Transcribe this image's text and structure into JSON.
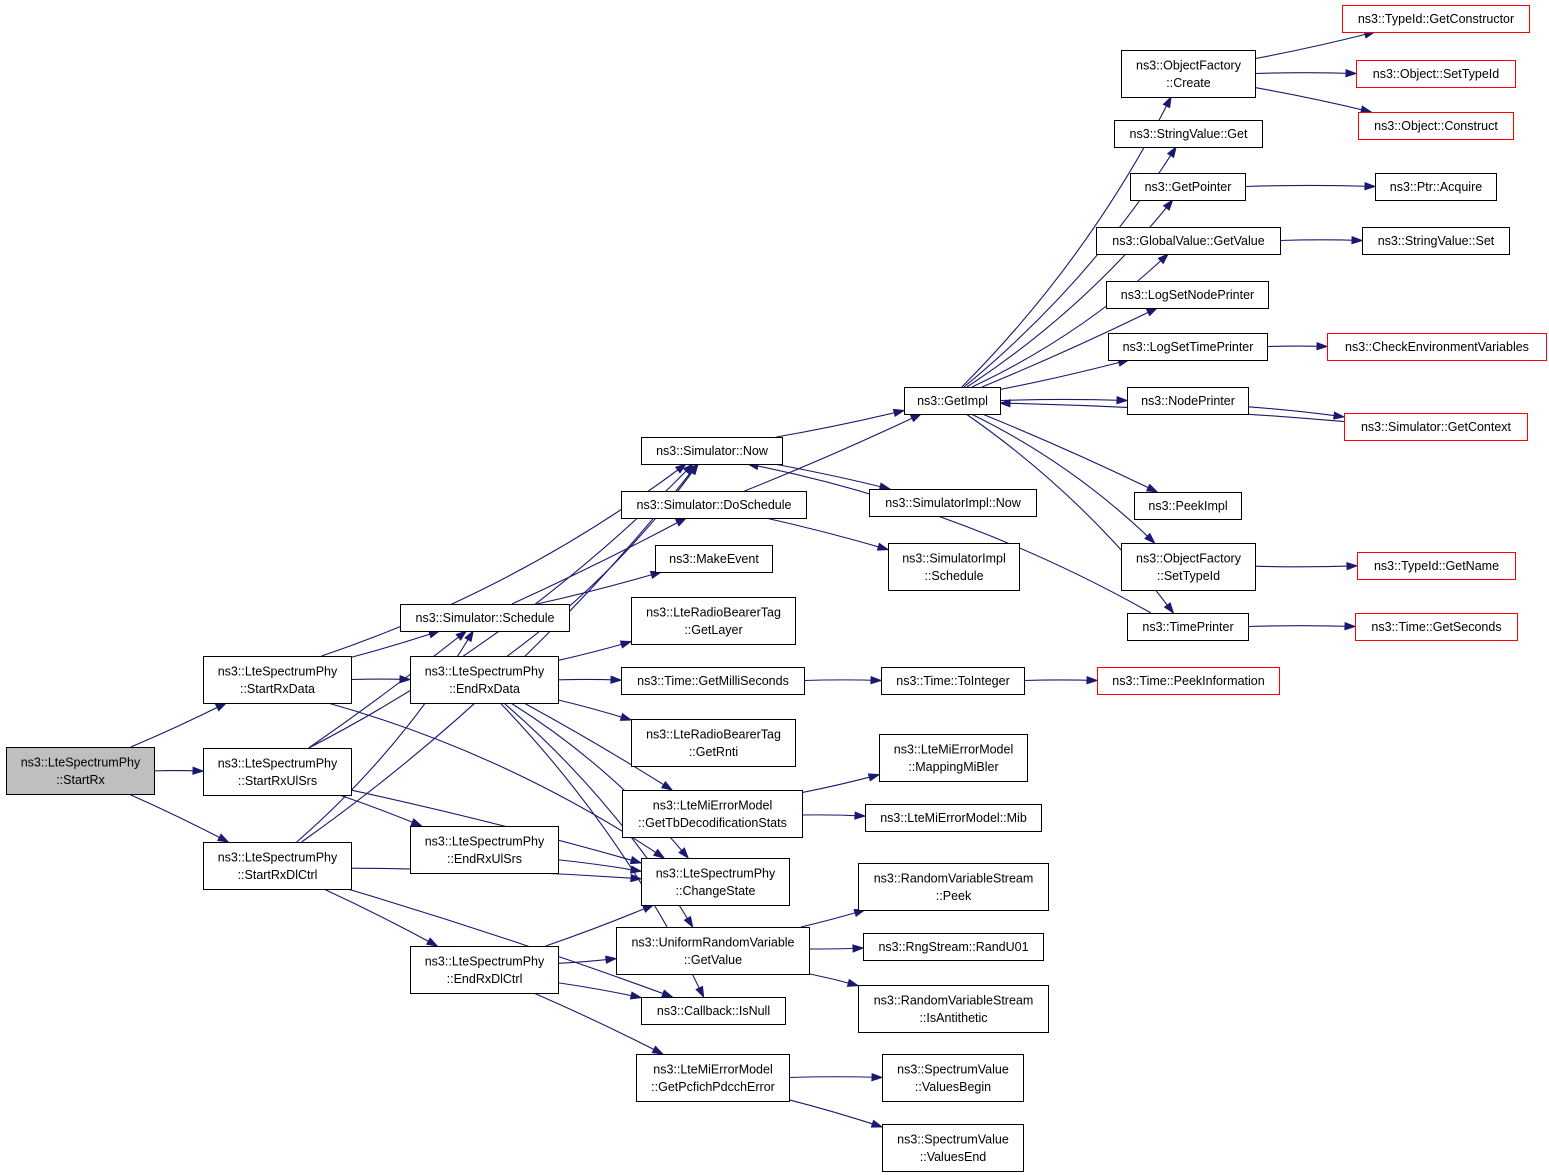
{
  "colors": {
    "edge": "#191970",
    "root_fill": "#bfbfbf",
    "node_fill": "#ffffff",
    "node_border": "#000000",
    "truncated_border": "#ff0000"
  },
  "nodes": [
    {
      "id": "StartRx",
      "lines": [
        "ns3::LteSpectrumPhy",
        "::StartRx"
      ],
      "style": "root"
    },
    {
      "id": "StartRxData",
      "lines": [
        "ns3::LteSpectrumPhy",
        "::StartRxData"
      ],
      "style": "normal"
    },
    {
      "id": "StartRxUlSrs",
      "lines": [
        "ns3::LteSpectrumPhy",
        "::StartRxUlSrs"
      ],
      "style": "normal"
    },
    {
      "id": "StartRxDlCtrl",
      "lines": [
        "ns3::LteSpectrumPhy",
        "::StartRxDlCtrl"
      ],
      "style": "normal"
    },
    {
      "id": "SimNow",
      "lines": [
        "ns3::Simulator::Now"
      ],
      "style": "normal"
    },
    {
      "id": "DoSchedule",
      "lines": [
        "ns3::Simulator::DoSchedule"
      ],
      "style": "normal"
    },
    {
      "id": "MakeEvent",
      "lines": [
        "ns3::MakeEvent"
      ],
      "style": "normal"
    },
    {
      "id": "Schedule",
      "lines": [
        "ns3::Simulator::Schedule"
      ],
      "style": "normal"
    },
    {
      "id": "EndRxData",
      "lines": [
        "ns3::LteSpectrumPhy",
        "::EndRxData"
      ],
      "style": "normal"
    },
    {
      "id": "EndRxUlSrs",
      "lines": [
        "ns3::LteSpectrumPhy",
        "::EndRxUlSrs"
      ],
      "style": "normal"
    },
    {
      "id": "EndRxDlCtrl",
      "lines": [
        "ns3::LteSpectrumPhy",
        "::EndRxDlCtrl"
      ],
      "style": "normal"
    },
    {
      "id": "GetLayer",
      "lines": [
        "ns3::LteRadioBearerTag",
        "::GetLayer"
      ],
      "style": "normal"
    },
    {
      "id": "GetMilliSeconds",
      "lines": [
        "ns3::Time::GetMilliSeconds"
      ],
      "style": "normal"
    },
    {
      "id": "GetRnti",
      "lines": [
        "ns3::LteRadioBearerTag",
        "::GetRnti"
      ],
      "style": "normal"
    },
    {
      "id": "GetTbDecod",
      "lines": [
        "ns3::LteMiErrorModel",
        "::GetTbDecodificationStats"
      ],
      "style": "normal"
    },
    {
      "id": "ChangeState",
      "lines": [
        "ns3::LteSpectrumPhy",
        "::ChangeState"
      ],
      "style": "normal"
    },
    {
      "id": "URVGetValue",
      "lines": [
        "ns3::UniformRandomVariable",
        "::GetValue"
      ],
      "style": "normal"
    },
    {
      "id": "IsNull",
      "lines": [
        "ns3::Callback::IsNull"
      ],
      "style": "normal"
    },
    {
      "id": "GetPcfich",
      "lines": [
        "ns3::LteMiErrorModel",
        "::GetPcfichPdcchError"
      ],
      "style": "normal"
    },
    {
      "id": "GetImpl",
      "lines": [
        "ns3::GetImpl"
      ],
      "style": "normal"
    },
    {
      "id": "SimImplNow",
      "lines": [
        "ns3::SimulatorImpl::Now"
      ],
      "style": "normal"
    },
    {
      "id": "SimImplSchedule",
      "lines": [
        "ns3::SimulatorImpl",
        "::Schedule"
      ],
      "style": "normal"
    },
    {
      "id": "ToInteger",
      "lines": [
        "ns3::Time::ToInteger"
      ],
      "style": "normal"
    },
    {
      "id": "MappingMiBler",
      "lines": [
        "ns3::LteMiErrorModel",
        "::MappingMiBler"
      ],
      "style": "normal"
    },
    {
      "id": "Mib",
      "lines": [
        "ns3::LteMiErrorModel::Mib"
      ],
      "style": "normal"
    },
    {
      "id": "RVSPeek",
      "lines": [
        "ns3::RandomVariableStream",
        "::Peek"
      ],
      "style": "normal"
    },
    {
      "id": "RandU01",
      "lines": [
        "ns3::RngStream::RandU01"
      ],
      "style": "normal"
    },
    {
      "id": "IsAntithetic",
      "lines": [
        "ns3::RandomVariableStream",
        "::IsAntithetic"
      ],
      "style": "normal"
    },
    {
      "id": "ValuesBegin",
      "lines": [
        "ns3::SpectrumValue",
        "::ValuesBegin"
      ],
      "style": "normal"
    },
    {
      "id": "ValuesEnd",
      "lines": [
        "ns3::SpectrumValue",
        "::ValuesEnd"
      ],
      "style": "normal"
    },
    {
      "id": "OFCreate",
      "lines": [
        "ns3::ObjectFactory",
        "::Create"
      ],
      "style": "normal"
    },
    {
      "id": "StrValGet",
      "lines": [
        "ns3::StringValue::Get"
      ],
      "style": "normal"
    },
    {
      "id": "GetPointer",
      "lines": [
        "ns3::GetPointer"
      ],
      "style": "normal"
    },
    {
      "id": "GVGetValue",
      "lines": [
        "ns3::GlobalValue::GetValue"
      ],
      "style": "normal"
    },
    {
      "id": "LogSetNodePrinter",
      "lines": [
        "ns3::LogSetNodePrinter"
      ],
      "style": "normal"
    },
    {
      "id": "LogSetTimePrinter",
      "lines": [
        "ns3::LogSetTimePrinter"
      ],
      "style": "normal"
    },
    {
      "id": "NodePrinter",
      "lines": [
        "ns3::NodePrinter"
      ],
      "style": "normal"
    },
    {
      "id": "PeekImpl",
      "lines": [
        "ns3::PeekImpl"
      ],
      "style": "normal"
    },
    {
      "id": "OFSetTypeId",
      "lines": [
        "ns3::ObjectFactory",
        "::SetTypeId"
      ],
      "style": "normal"
    },
    {
      "id": "TimePrinter",
      "lines": [
        "ns3::TimePrinter"
      ],
      "style": "normal"
    },
    {
      "id": "PeekInformation",
      "lines": [
        "ns3::Time::PeekInformation"
      ],
      "style": "truncated"
    },
    {
      "id": "GetConstructor",
      "lines": [
        "ns3::TypeId::GetConstructor"
      ],
      "style": "truncated"
    },
    {
      "id": "ObjSetTypeId",
      "lines": [
        "ns3::Object::SetTypeId"
      ],
      "style": "truncated"
    },
    {
      "id": "ObjConstruct",
      "lines": [
        "ns3::Object::Construct"
      ],
      "style": "truncated"
    },
    {
      "id": "PtrAcquire",
      "lines": [
        "ns3::Ptr::Acquire"
      ],
      "style": "normal"
    },
    {
      "id": "StrValSet",
      "lines": [
        "ns3::StringValue::Set"
      ],
      "style": "normal"
    },
    {
      "id": "CheckEnv",
      "lines": [
        "ns3::CheckEnvironmentVariables"
      ],
      "style": "truncated"
    },
    {
      "id": "GetContext",
      "lines": [
        "ns3::Simulator::GetContext"
      ],
      "style": "truncated"
    },
    {
      "id": "TypeIdGetName",
      "lines": [
        "ns3::TypeId::GetName"
      ],
      "style": "truncated"
    },
    {
      "id": "GetSeconds",
      "lines": [
        "ns3::Time::GetSeconds"
      ],
      "style": "truncated"
    }
  ],
  "edges": [
    [
      "StartRx",
      "StartRxData"
    ],
    [
      "StartRx",
      "StartRxUlSrs"
    ],
    [
      "StartRx",
      "StartRxDlCtrl"
    ],
    [
      "StartRxData",
      "SimNow"
    ],
    [
      "StartRxData",
      "Schedule"
    ],
    [
      "StartRxData",
      "EndRxData"
    ],
    [
      "StartRxData",
      "ChangeState"
    ],
    [
      "StartRxUlSrs",
      "SimNow"
    ],
    [
      "StartRxUlSrs",
      "Schedule"
    ],
    [
      "StartRxUlSrs",
      "EndRxUlSrs"
    ],
    [
      "StartRxUlSrs",
      "ChangeState"
    ],
    [
      "StartRxDlCtrl",
      "SimNow"
    ],
    [
      "StartRxDlCtrl",
      "Schedule"
    ],
    [
      "StartRxDlCtrl",
      "EndRxDlCtrl"
    ],
    [
      "StartRxDlCtrl",
      "ChangeState"
    ],
    [
      "StartRxDlCtrl",
      "IsNull"
    ],
    [
      "Schedule",
      "DoSchedule"
    ],
    [
      "Schedule",
      "MakeEvent"
    ],
    [
      "EndRxData",
      "SimNow"
    ],
    [
      "EndRxData",
      "GetLayer"
    ],
    [
      "EndRxData",
      "GetMilliSeconds"
    ],
    [
      "EndRxData",
      "GetRnti"
    ],
    [
      "EndRxData",
      "GetTbDecod"
    ],
    [
      "EndRxData",
      "ChangeState"
    ],
    [
      "EndRxData",
      "URVGetValue"
    ],
    [
      "EndRxData",
      "IsNull"
    ],
    [
      "EndRxUlSrs",
      "ChangeState"
    ],
    [
      "EndRxDlCtrl",
      "ChangeState"
    ],
    [
      "EndRxDlCtrl",
      "URVGetValue"
    ],
    [
      "EndRxDlCtrl",
      "IsNull"
    ],
    [
      "EndRxDlCtrl",
      "GetPcfich"
    ],
    [
      "SimNow",
      "GetImpl"
    ],
    [
      "SimNow",
      "SimImplNow"
    ],
    [
      "DoSchedule",
      "GetImpl"
    ],
    [
      "DoSchedule",
      "SimImplSchedule"
    ],
    [
      "GetMilliSeconds",
      "ToInteger"
    ],
    [
      "ToInteger",
      "PeekInformation"
    ],
    [
      "GetTbDecod",
      "MappingMiBler"
    ],
    [
      "GetTbDecod",
      "Mib"
    ],
    [
      "URVGetValue",
      "RVSPeek"
    ],
    [
      "URVGetValue",
      "RandU01"
    ],
    [
      "URVGetValue",
      "IsAntithetic"
    ],
    [
      "GetPcfich",
      "ValuesBegin"
    ],
    [
      "GetPcfich",
      "ValuesEnd"
    ],
    [
      "GetImpl",
      "OFCreate"
    ],
    [
      "GetImpl",
      "StrValGet"
    ],
    [
      "GetImpl",
      "GetPointer"
    ],
    [
      "GetImpl",
      "GVGetValue"
    ],
    [
      "GetImpl",
      "LogSetNodePrinter"
    ],
    [
      "GetImpl",
      "LogSetTimePrinter"
    ],
    [
      "GetImpl",
      "NodePrinter"
    ],
    [
      "GetImpl",
      "PeekImpl"
    ],
    [
      "GetImpl",
      "OFSetTypeId"
    ],
    [
      "GetImpl",
      "TimePrinter"
    ],
    [
      "OFCreate",
      "GetConstructor"
    ],
    [
      "OFCreate",
      "ObjSetTypeId"
    ],
    [
      "OFCreate",
      "ObjConstruct"
    ],
    [
      "GetPointer",
      "PtrAcquire"
    ],
    [
      "GVGetValue",
      "StrValSet"
    ],
    [
      "LogSetTimePrinter",
      "CheckEnv"
    ],
    [
      "NodePrinter",
      "GetContext"
    ],
    [
      "GetContext",
      "GetImpl"
    ],
    [
      "TimePrinter",
      "SimNow"
    ],
    [
      "TimePrinter",
      "GetSeconds"
    ],
    [
      "OFSetTypeId",
      "TypeIdGetName"
    ]
  ]
}
